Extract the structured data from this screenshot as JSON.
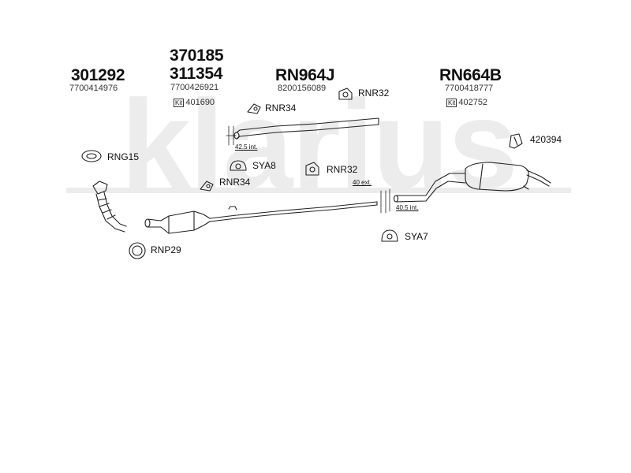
{
  "watermark": "klarius",
  "groups": [
    {
      "code": "301292",
      "oem": "7700414976"
    },
    {
      "code_top": "370185",
      "code": "311354",
      "oem": "7700426921",
      "kit": "401690"
    },
    {
      "code": "RN964J",
      "oem": "8200156089"
    },
    {
      "code": "RN664B",
      "oem": "7700418777",
      "kit": "402752"
    }
  ],
  "kit_marker": "Kit",
  "parts": {
    "rnr32_top": "RNR32",
    "rnr34_top": "RNR34",
    "rng15": "RNG15",
    "sya8": "SYA8",
    "rnr32_mid": "RNR32",
    "rnr34_mid": "RNR34",
    "p420394": "420394",
    "sya7": "SYA7",
    "rnp29": "RNP29"
  },
  "measurements": {
    "m1": "42.5 int.",
    "m2": "40 ext.",
    "m3": "40.5 int."
  }
}
